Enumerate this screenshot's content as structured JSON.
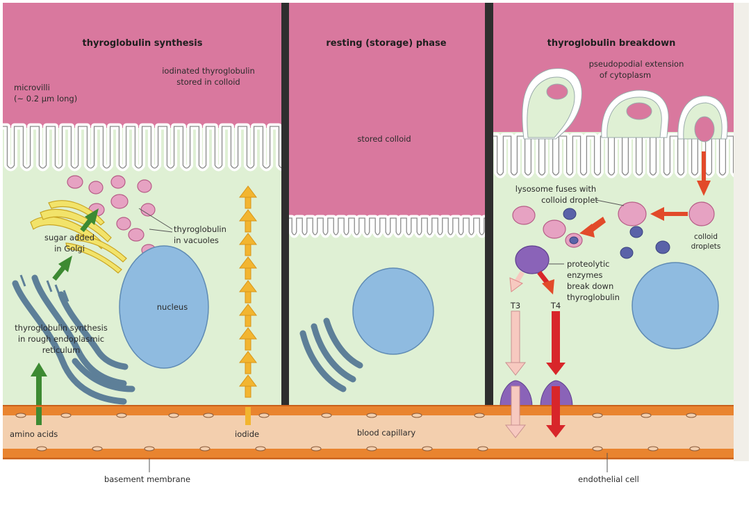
{
  "panels": {
    "synthesis": {
      "title": "thyroglobulin synthesis",
      "microvilli": [
        "microvilli",
        "(~ 0.2 μm long)"
      ],
      "iodinated": [
        "iodinated thyroglobulin",
        "stored in colloid"
      ],
      "sugar": [
        "sugar added",
        "in Golgi"
      ],
      "vacuoles": [
        "thyroglobulin",
        "in vacuoles"
      ],
      "nucleus": "nucleus",
      "rer": [
        "thyroglobulin synthesis",
        "in rough endoplasmic",
        "reticulum"
      ],
      "amino": "amino acids",
      "iodide": "iodide"
    },
    "resting": {
      "title": "resting (storage) phase",
      "colloid": "stored colloid"
    },
    "breakdown": {
      "title": "thyroglobulin breakdown",
      "pseudopod": [
        "pseudopodial extension",
        "of cytoplasm"
      ],
      "lysosome": [
        "lysosome fuses with",
        "colloid droplet"
      ],
      "droplets": [
        "colloid",
        "droplets"
      ],
      "enzymes": [
        "proteolytic",
        "enzymes",
        "break down",
        "thyroglobulin"
      ],
      "t3": "T3",
      "t4": "T4"
    }
  },
  "bottom": {
    "capillary": "blood capillary",
    "basement": "basement membrane",
    "endothelial": "endothelial cell"
  },
  "colors": {
    "colloid": "#d9789e",
    "cytoplasm": "#dff0d4",
    "nucleus": "#8fbbe0",
    "golgi": "#f2e36a",
    "er": "#5d7f98",
    "capillary": "#f3cfae",
    "endothelium": "#e9842f",
    "divider": "#2e2e2e",
    "greenArrow": "#3d8a32",
    "yellowArrow": "#f2b530",
    "redArrow": "#e24a2a",
    "t4Arrow": "#d8262a",
    "t3Arrow": "#f7c9c0",
    "lysosome": "#8a63b8",
    "vesicle": "#e6a2c2"
  }
}
